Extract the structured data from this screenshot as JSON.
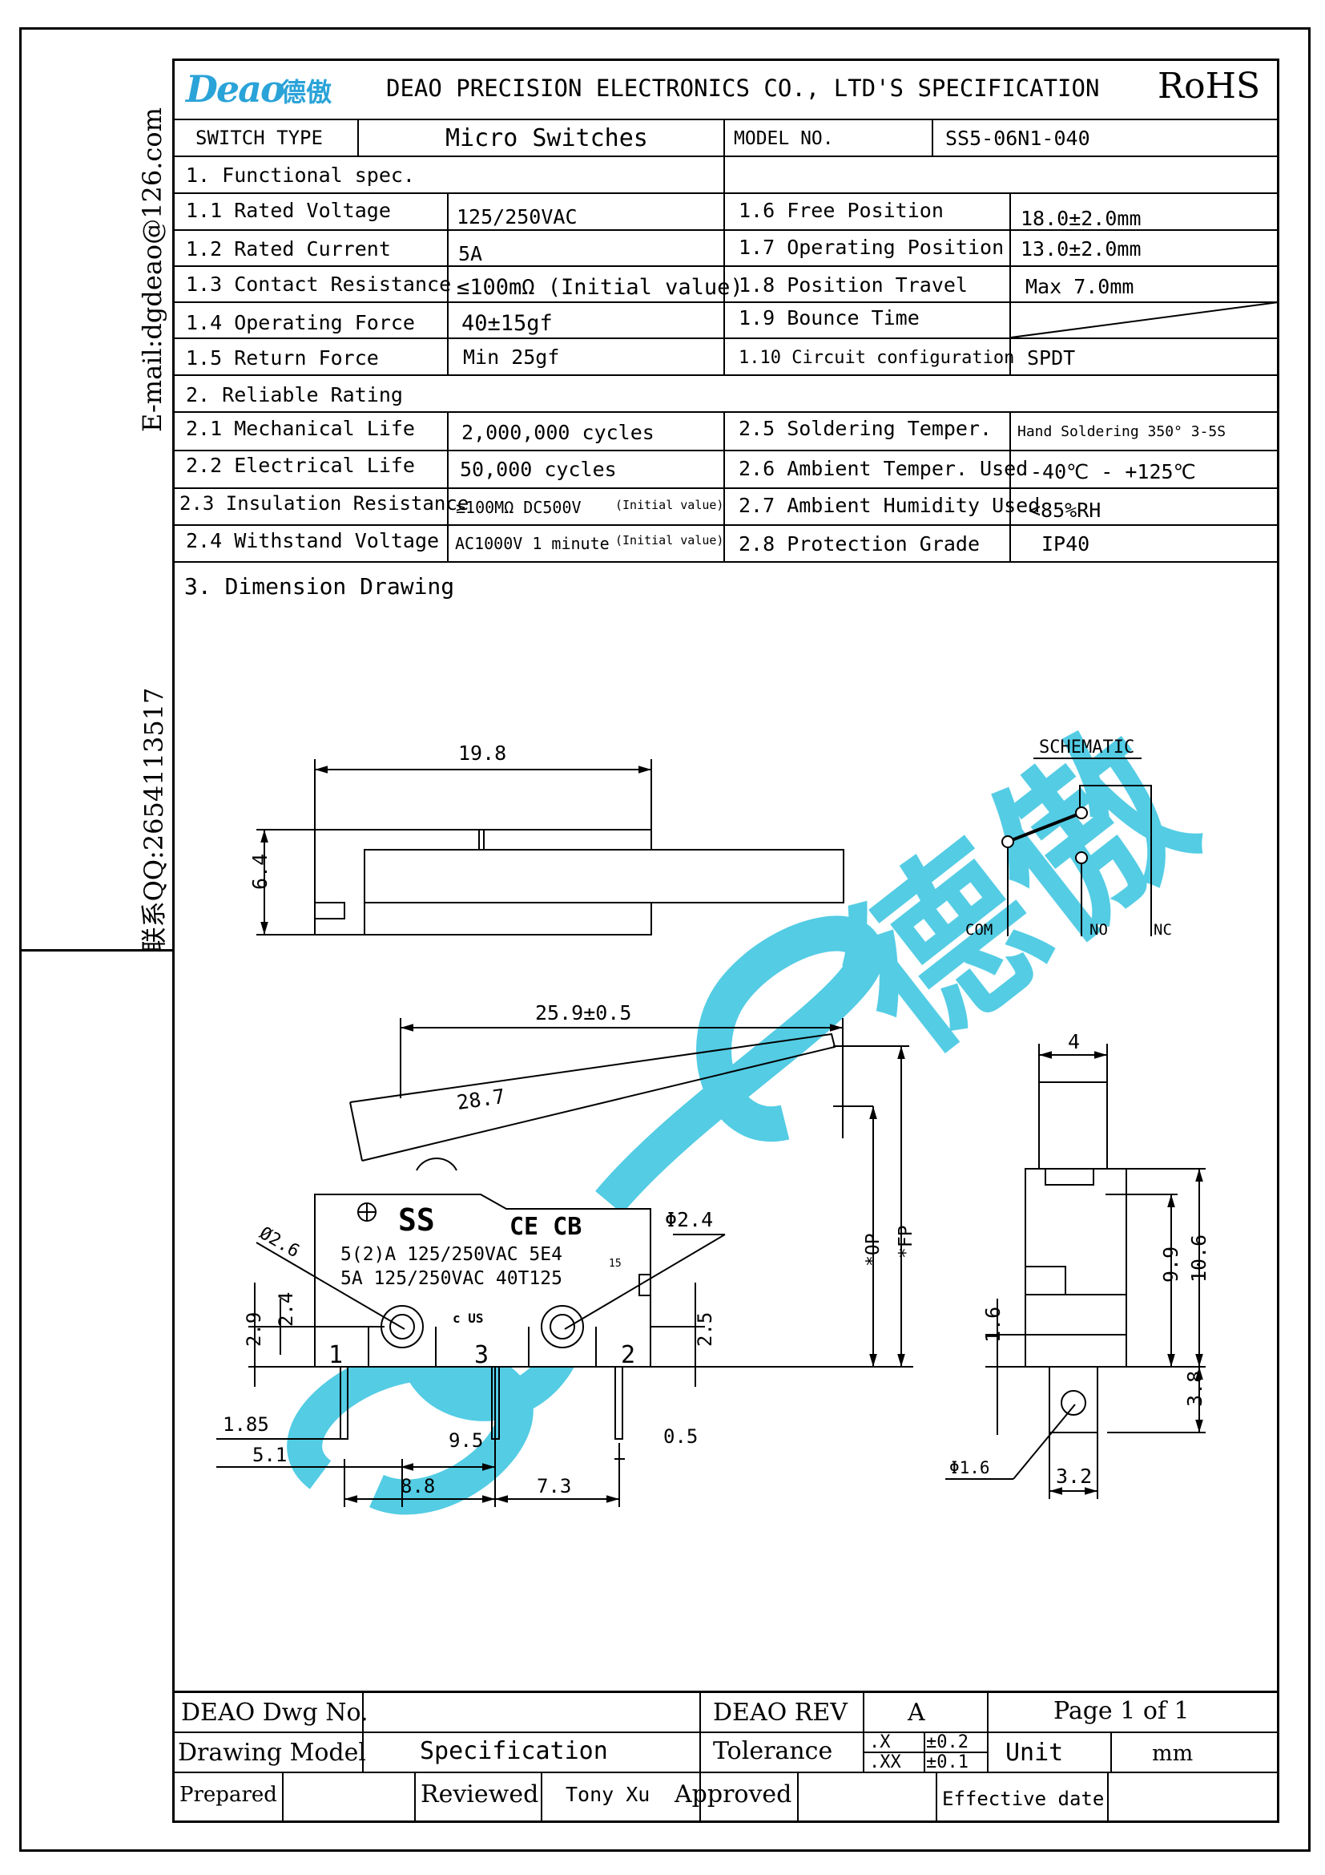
{
  "sidebar": {
    "email": "E-mail:dgdeao@126.com",
    "qq": "联系QQ:2654113517"
  },
  "header": {
    "logo": "Deao",
    "logo_cn": "德傲",
    "company": "DEAO PRECISION ELECTRONICS CO., LTD'S SPECIFICATION",
    "rohs": "RoHS"
  },
  "info": {
    "switch_type_label": "SWITCH TYPE",
    "switch_type_value": "Micro Switches",
    "model_label": "MODEL NO.",
    "model_value": "SS5-06N1-040"
  },
  "functional": {
    "heading": "1. Functional spec.",
    "left": [
      {
        "label": "1.1 Rated Voltage",
        "value": "125/250VAC"
      },
      {
        "label": "1.2 Rated Current",
        "value": "5A"
      },
      {
        "label": "1.3 Contact Resistance",
        "value": "≤100mΩ (Initial value)"
      },
      {
        "label": "1.4 Operating Force",
        "value": "40±15gf"
      },
      {
        "label": "1.5 Return Force",
        "value": "Min 25gf"
      }
    ],
    "right": [
      {
        "label": "1.6  Free Position",
        "value": "18.0±2.0mm"
      },
      {
        "label": "1.7  Operating Position",
        "value": "13.0±2.0mm"
      },
      {
        "label": "1.8  Position Travel",
        "value": "Max 7.0mm"
      },
      {
        "label": "1.9  Bounce Time",
        "value": ""
      },
      {
        "label": "1.10 Circuit configuration",
        "value": "SPDT"
      }
    ]
  },
  "reliable": {
    "heading": "2. Reliable Rating",
    "left": [
      {
        "label": "2.1 Mechanical Life",
        "value": "2,000,000 cycles",
        "note": ""
      },
      {
        "label": "2.2 Electrical Life",
        "value": "50,000 cycles",
        "note": ""
      },
      {
        "label": "2.3 Insulation Resistance",
        "value": "≥100MΩ DC500V",
        "note": "(Initial value)"
      },
      {
        "label": "2.4  Withstand Voltage",
        "value": "AC1000V 1 minute",
        "note": "(Initial value)"
      }
    ],
    "right": [
      {
        "label": "2.5 Soldering Temper.",
        "value": "Hand Soldering 350°  3-5S"
      },
      {
        "label": "2.6 Ambient Temper. Used",
        "value": "-40℃ - +125℃"
      },
      {
        "label": "2.7 Ambient Humidity Used",
        "value": "<85%RH"
      },
      {
        "label": "2.8 Protection Grade",
        "value": "IP40"
      }
    ]
  },
  "drawing": {
    "heading": "3.  Dimension Drawing",
    "schematic": {
      "title": "SCHEMATIC",
      "com": "COM",
      "no": "NO",
      "nc": "NC"
    },
    "top_view": {
      "width": "19.8",
      "height": "6.4"
    },
    "front_view": {
      "length": "25.9±0.5",
      "lever": "28.7",
      "hole_left": "Ø2.6",
      "hole_right": "Φ2.4",
      "op": "*OP",
      "fp": "*FP",
      "dim_29": "2.9",
      "dim_24": "2.4",
      "dim_25": "2.5",
      "dim_185": "1.85",
      "dim_51": "5.1",
      "dim_95": "9.5",
      "dim_05": "0.5",
      "dim_88": "8.8",
      "dim_73": "7.3",
      "term_1": "1",
      "term_3": "3",
      "term_2": "2",
      "mark_ss": "SS",
      "mark_ce": "CE CB",
      "mark_line1": "5(2)A 125/250VAC 5E4",
      "mark_line2": "5A 125/250VAC 40T125",
      "mark_ul": "c US",
      "mark_15": "15"
    },
    "side_view": {
      "width": "4",
      "dim_99": "9.9",
      "dim_106": "10.6",
      "dim_16": "1.6",
      "dim_38": "3.8",
      "hole": "Φ1.6",
      "dim_32": "3.2"
    },
    "watermark": "德傲",
    "colors": {
      "watermark": "#34c3df",
      "logo": "#2aa3d8"
    }
  },
  "footer": {
    "dwg_label": "DEAO Dwg No.",
    "rev_label": "DEAO REV",
    "rev_value": "A",
    "page": "Page 1 of 1",
    "model_label": "Drawing Model",
    "model_value": "Specification",
    "tolerance_label": "Tolerance",
    "tol_x": ".X",
    "tol_x_val": "±0.2",
    "tol_xx": ".XX",
    "tol_xx_val": "±0.1",
    "unit_label": "Unit",
    "unit_value": "mm",
    "prepared": "Prepared",
    "reviewed": "Reviewed",
    "reviewer": "Tony Xu",
    "approved": "Approved",
    "effective": "Effective date"
  }
}
